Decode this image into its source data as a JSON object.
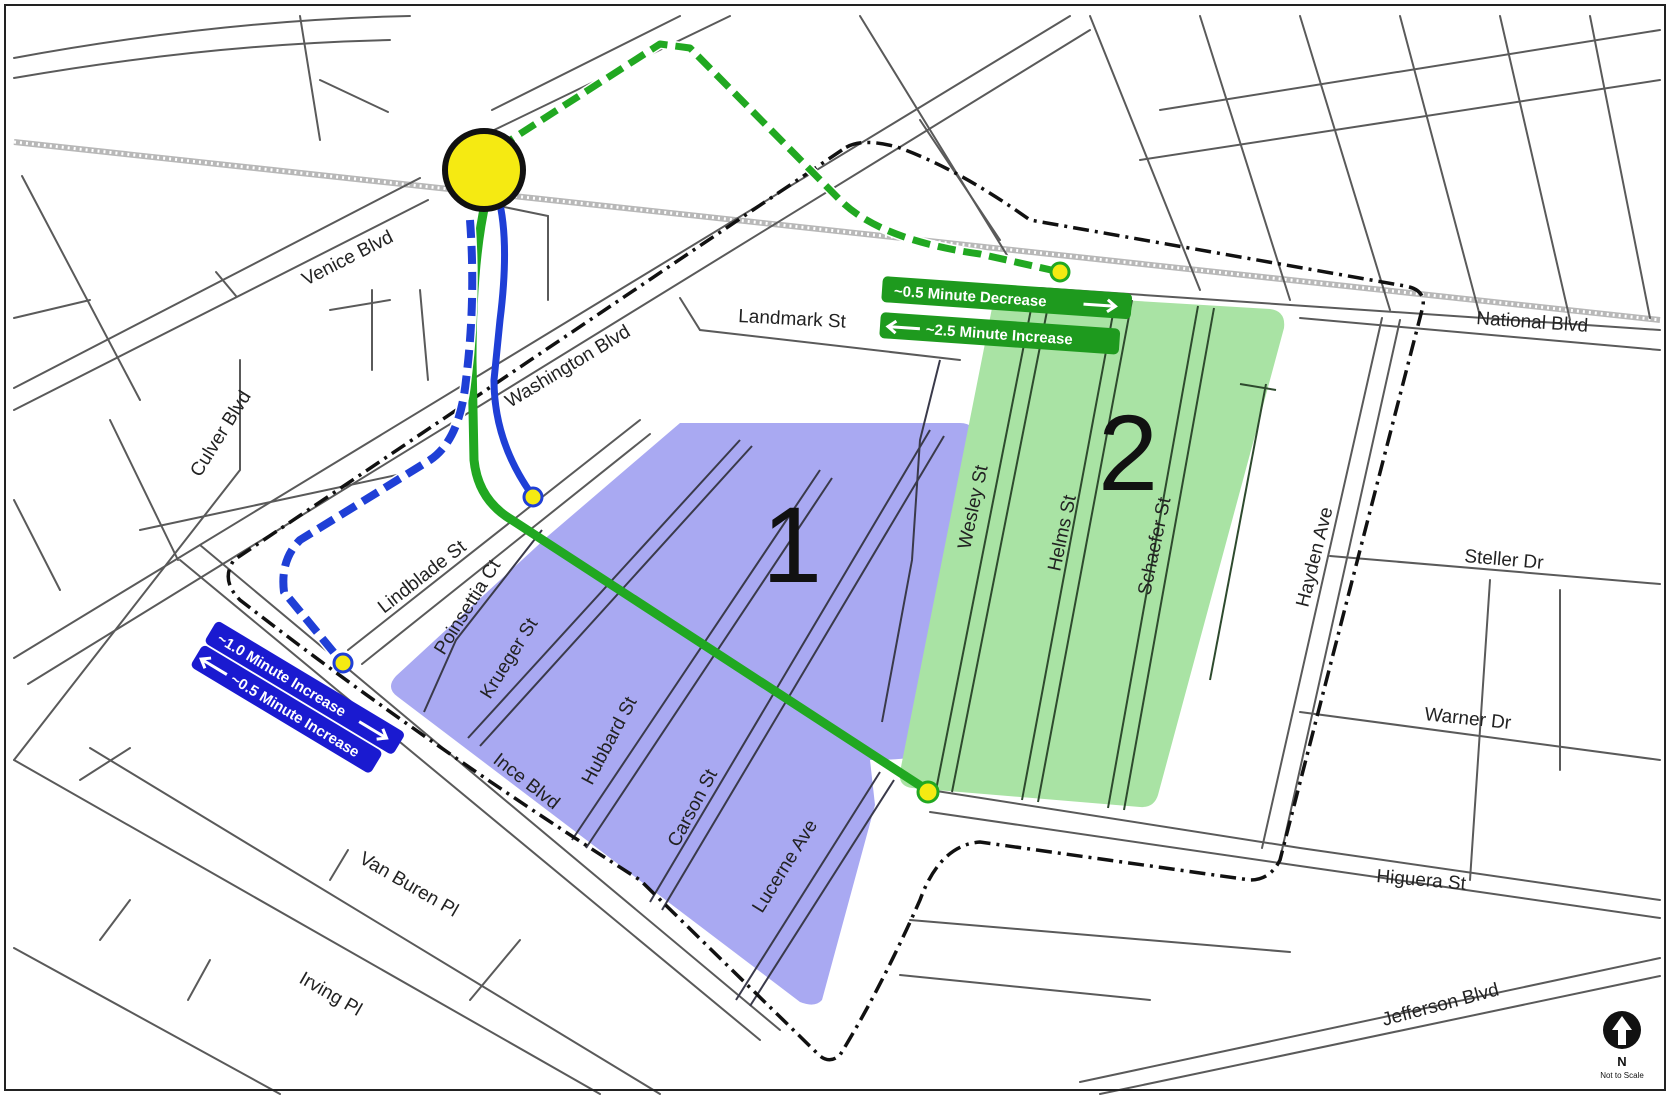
{
  "streets": {
    "venice": "Venice Blvd",
    "washington": "Washington Blvd",
    "culver": "Culver Blvd",
    "landmark": "Landmark St",
    "national": "National Blvd",
    "lindblade": "Lindblade St",
    "poinsettia": "Poinsettia Ct",
    "krueger": "Krueger St",
    "ince": "Ince Blvd",
    "hubbard": "Hubbard St",
    "carson": "Carson St",
    "lucerne": "Lucerne Ave",
    "wesley": "Wesley St",
    "helms": "Helms St",
    "schaefer": "Schaefer St",
    "hayden": "Hayden Ave",
    "steller": "Steller Dr",
    "warner": "Warner Dr",
    "higuera": "Higuera St",
    "van_buren": "Van Buren Pl",
    "irving": "Irving Pl",
    "jefferson": "Jefferson Blvd"
  },
  "zones": {
    "zone1": {
      "label": "1",
      "color": "#a9a9f2"
    },
    "zone2": {
      "label": "2",
      "color": "#a9e3a4"
    }
  },
  "routes": {
    "green": {
      "color": "#21a821"
    },
    "blue": {
      "color": "#1f3fd6"
    },
    "station": {
      "color": "#f5ea12"
    }
  },
  "badges": {
    "green": {
      "line1": "~0.5 Minute Decrease",
      "line2": "~2.5 Minute Increase",
      "color": "#1e9a1e"
    },
    "blue": {
      "line1": "~1.0 Minute Increase",
      "line2": "~0.5 Minute Increase",
      "color": "#1a1ad0"
    }
  },
  "north_arrow": {
    "letter": "N",
    "scale": "Not to Scale",
    "icon": "north-arrow-icon"
  }
}
